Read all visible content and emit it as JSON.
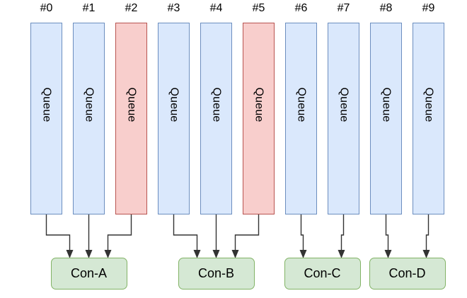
{
  "diagram": {
    "queues": [
      {
        "id": "#0",
        "label": "Queue",
        "highlighted": false
      },
      {
        "id": "#1",
        "label": "Queue",
        "highlighted": false
      },
      {
        "id": "#2",
        "label": "Queue",
        "highlighted": true
      },
      {
        "id": "#3",
        "label": "Queue",
        "highlighted": false
      },
      {
        "id": "#4",
        "label": "Queue",
        "highlighted": false
      },
      {
        "id": "#5",
        "label": "Queue",
        "highlighted": true
      },
      {
        "id": "#6",
        "label": "Queue",
        "highlighted": false
      },
      {
        "id": "#7",
        "label": "Queue",
        "highlighted": false
      },
      {
        "id": "#8",
        "label": "Queue",
        "highlighted": false
      },
      {
        "id": "#9",
        "label": "Queue",
        "highlighted": false
      }
    ],
    "consumers": [
      {
        "label": "Con-A",
        "queue_indexes": [
          0,
          1,
          2
        ]
      },
      {
        "label": "Con-B",
        "queue_indexes": [
          3,
          4,
          5
        ]
      },
      {
        "label": "Con-C",
        "queue_indexes": [
          6,
          7
        ]
      },
      {
        "label": "Con-D",
        "queue_indexes": [
          8,
          9
        ]
      }
    ],
    "colors": {
      "queue_fill": "#dae8fc",
      "queue_stroke": "#6c8ebf",
      "highlighted_queue_fill": "#f8cecc",
      "highlighted_queue_stroke": "#b85450",
      "consumer_fill": "#d5e8d4",
      "consumer_stroke": "#82b366",
      "connector": "#333333"
    }
  }
}
